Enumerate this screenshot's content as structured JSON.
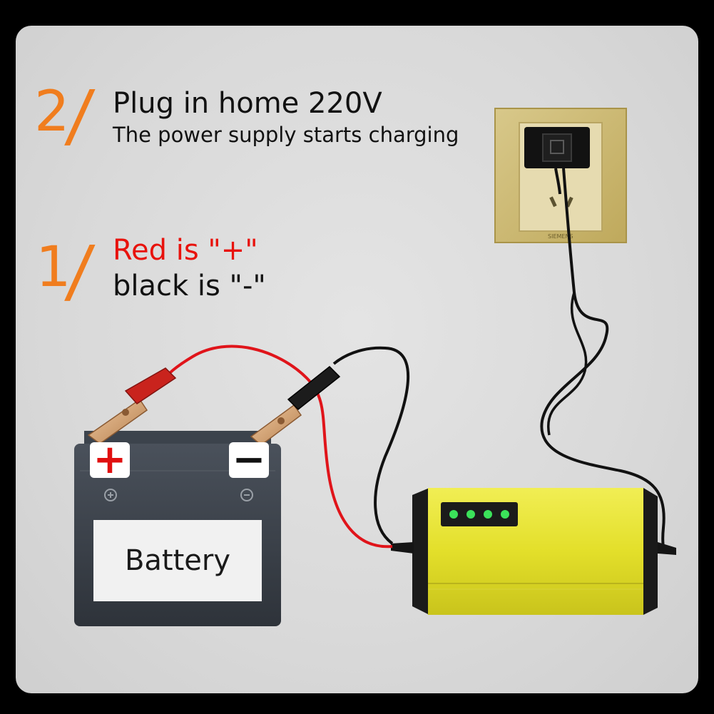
{
  "steps": {
    "step2": {
      "number": "2",
      "slash": "/",
      "title": "Plug in home 220V",
      "subtitle": "The power supply starts charging"
    },
    "step1": {
      "number": "1",
      "slash": "/",
      "line_red": "Red is \"+\"",
      "line_black": "black is \"-\""
    }
  },
  "battery": {
    "label": "Battery",
    "positive_symbol": "+",
    "negative_symbol": "−"
  },
  "charger": {
    "indicator_count": 4
  },
  "socket": {
    "brand": "SIEMENS"
  },
  "colors": {
    "accent_orange": "#f07d1e",
    "positive_red": "#e8120c",
    "charger_yellow": "#e6e32a",
    "wall_plate_gold": "#c9b46a",
    "battery_body": "#3a4049",
    "cable_black": "#111111",
    "cable_red": "#e0141a",
    "led_green": "#3be25a"
  },
  "icons": {
    "battery_positive_terminal": "plus-icon",
    "battery_negative_terminal": "minus-icon"
  }
}
